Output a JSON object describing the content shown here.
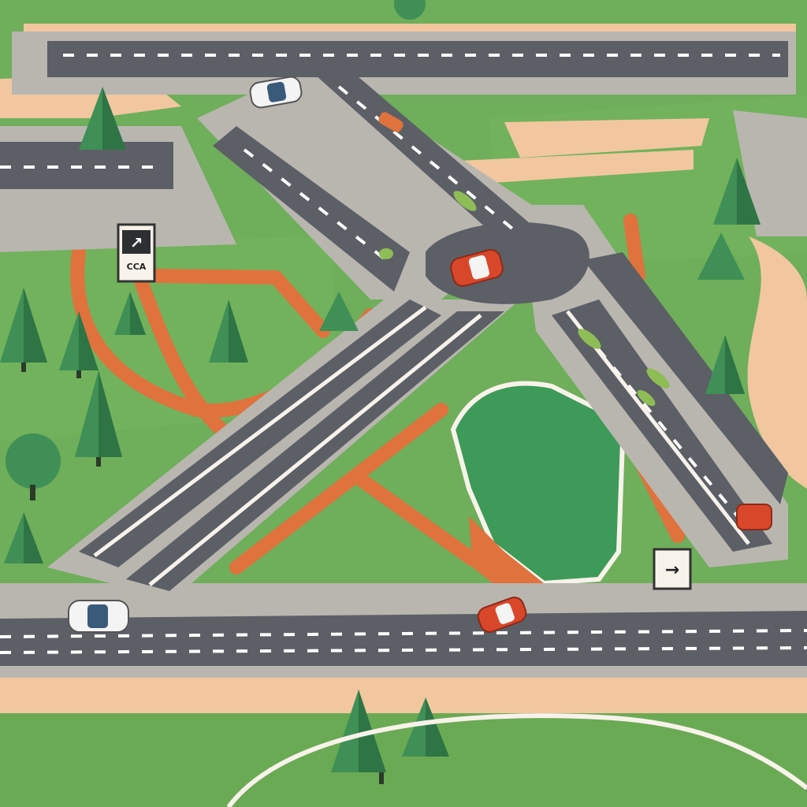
{
  "map": {
    "kind": "stylized highway interchange",
    "colors": {
      "grass": "#6fae5a",
      "grass_dark": "#5e9c4b",
      "pond": "#3e9a58",
      "asphalt": "#5c5f66",
      "asphalt_dark": "#4c4f56",
      "shoulder": "#b9b6b0",
      "dirt": "#f2c7a0",
      "ramp_orange": "#e0723d",
      "tree": "#3f8f56",
      "tree_dark": "#2f7445",
      "lane_mark": "#ffffff",
      "car_red": "#d9472b",
      "car_white": "#f4f4f4"
    }
  },
  "signs": [
    {
      "id": "sign-left",
      "icon": "road-sign-icon",
      "text": "CCA"
    },
    {
      "id": "sign-right",
      "icon": "road-sign-icon",
      "text": ""
    }
  ],
  "vehicles": [
    {
      "id": "car-white-top",
      "color": "white"
    },
    {
      "id": "car-orange-top",
      "color": "orange"
    },
    {
      "id": "car-red-center",
      "color": "red"
    },
    {
      "id": "car-red-right",
      "color": "red"
    },
    {
      "id": "car-white-bottom",
      "color": "white"
    },
    {
      "id": "car-red-bottom",
      "color": "red"
    }
  ]
}
